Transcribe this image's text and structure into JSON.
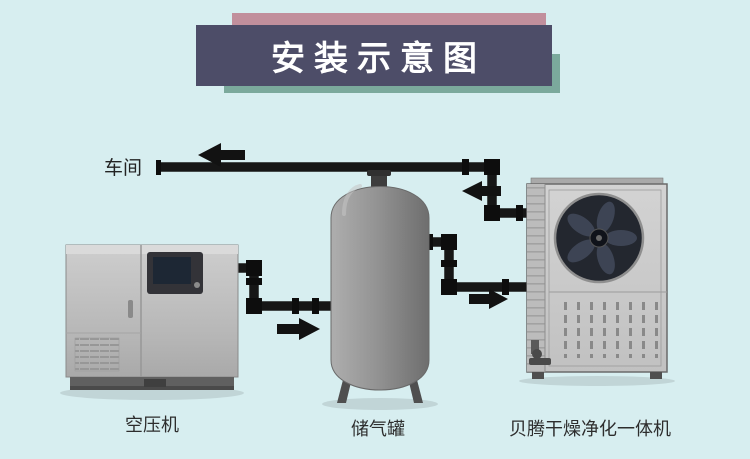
{
  "page": {
    "background_color": "#d7eef0"
  },
  "banner": {
    "title": "安装示意图",
    "colors": {
      "main": "#4d4d68",
      "accent_pink": "#c18f9c",
      "accent_teal": "#7ba99c",
      "title_text": "#ffffff"
    }
  },
  "diagram": {
    "workshop_label": "车间",
    "pipe_color": "#161616",
    "flow_arrows": [
      {
        "id": "arrow-to-workshop",
        "direction": "left"
      },
      {
        "id": "arrow-from-dryer-up",
        "direction": "left"
      },
      {
        "id": "arrow-compressor-to-tank",
        "direction": "right"
      },
      {
        "id": "arrow-tank-to-dryer",
        "direction": "right"
      }
    ],
    "machines": [
      {
        "id": "air-compressor",
        "label": "空压机"
      },
      {
        "id": "storage-tank",
        "label": "储气罐"
      },
      {
        "id": "dryer-unit",
        "label": "贝腾干燥净化一体机"
      }
    ]
  }
}
